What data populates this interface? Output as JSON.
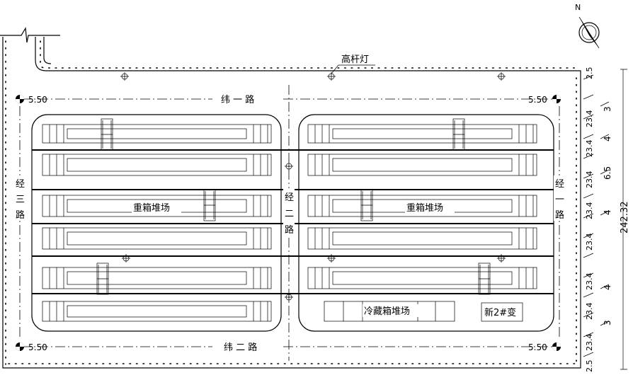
{
  "labels": {
    "high_mast_light": "高杆灯",
    "road_weft1": "纬 一 路",
    "road_weft2": "纬 二 路",
    "road_jing1": [
      "经",
      "一",
      "路"
    ],
    "road_jing2": [
      "经",
      "二",
      "路"
    ],
    "road_jing3": [
      "经",
      "三",
      "路"
    ],
    "heavy_yard_left": "重箱堆场",
    "heavy_yard_right": "重箱堆场",
    "reefer_yard": "冷藏箱堆场",
    "substation": "新2#变",
    "north": "N",
    "corner_dim": "5.50"
  },
  "dimensions": {
    "right_segments": [
      "2.5",
      "23.4",
      "23.4",
      "23.4",
      "23.4",
      "23.4",
      "23.4",
      "23.4",
      "23.4",
      "2.5"
    ],
    "gaps": [
      "3",
      "4",
      "6.5",
      "4",
      "4",
      "3"
    ],
    "total": "242.32"
  }
}
